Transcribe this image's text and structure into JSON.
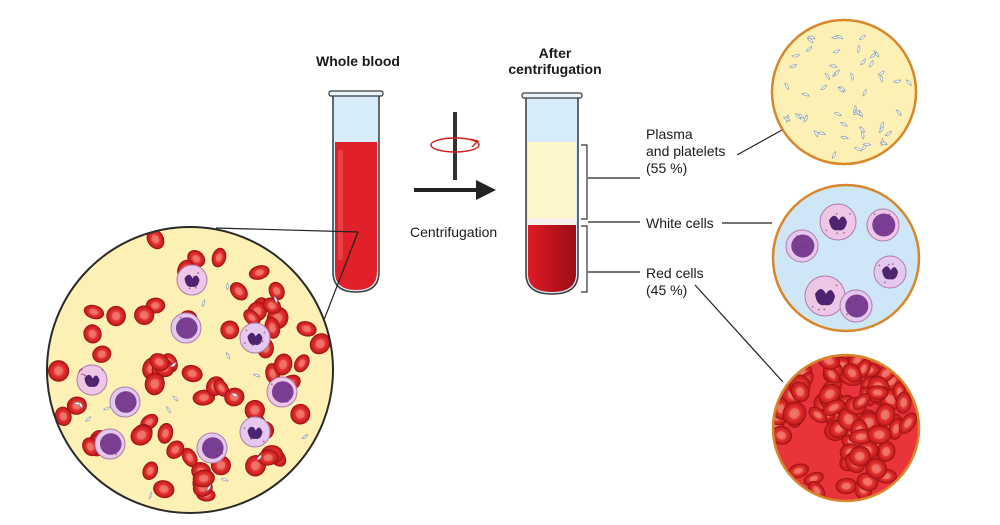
{
  "labels": {
    "whole_blood": "Whole blood",
    "after_line1": "After",
    "after_line2": "centrifugation",
    "centrifugation": "Centrifugation",
    "plasma_line1": "Plasma",
    "plasma_line2": "and platelets",
    "plasma_pct": "(55 %)",
    "white_cells": "White cells",
    "red_cells": "Red cells",
    "red_pct": "(45 %)"
  },
  "colors": {
    "blood": "#e0202a",
    "blood_dark": "#a8101a",
    "plasma": "#fdf6c8",
    "tube_glass": "#c8e6f5",
    "circle_border": "#d8862a",
    "circle_fill": "#fcf0b4",
    "white_bg": "#cfe6f6",
    "red_bg": "#e8343a",
    "nucleus": "#5a2a7a",
    "cell_pink": "#e8c2e2",
    "arrow": "#222222",
    "rotate": "#d02020"
  },
  "icons": [
    "rotation-icon",
    "arrow-right-icon"
  ]
}
